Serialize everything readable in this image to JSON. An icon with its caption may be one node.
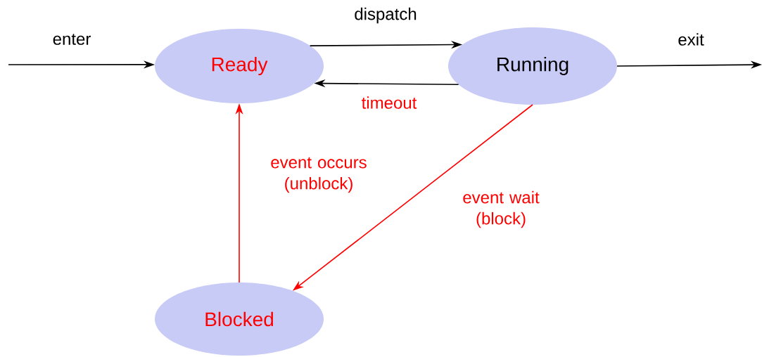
{
  "diagram": {
    "nodes": [
      {
        "text": [
          "Ready"
        ]
      },
      {
        "text": [
          "Running"
        ]
      },
      {
        "text": [
          "Blocked"
        ]
      }
    ],
    "edges": [
      {
        "from": null,
        "to": 0,
        "arrow": "to",
        "label": "enter"
      },
      {
        "from": 0,
        "to": 1,
        "arrow": "to",
        "label": "dispatch"
      },
      {
        "from": 1,
        "to": 0,
        "arrow": "to",
        "label": "timeout"
      },
      {
        "from": 1,
        "to": null,
        "arrow": "to",
        "label": "exit"
      },
      {
        "from": 2,
        "to": 0,
        "arrow": "to",
        "label": "event occurs (unblock)",
        "color": "#ff0000"
      },
      {
        "from": 1,
        "to": 2,
        "arrow": "to",
        "label": "event wait (block)",
        "color": "#ff0000"
      }
    ]
  }
}
